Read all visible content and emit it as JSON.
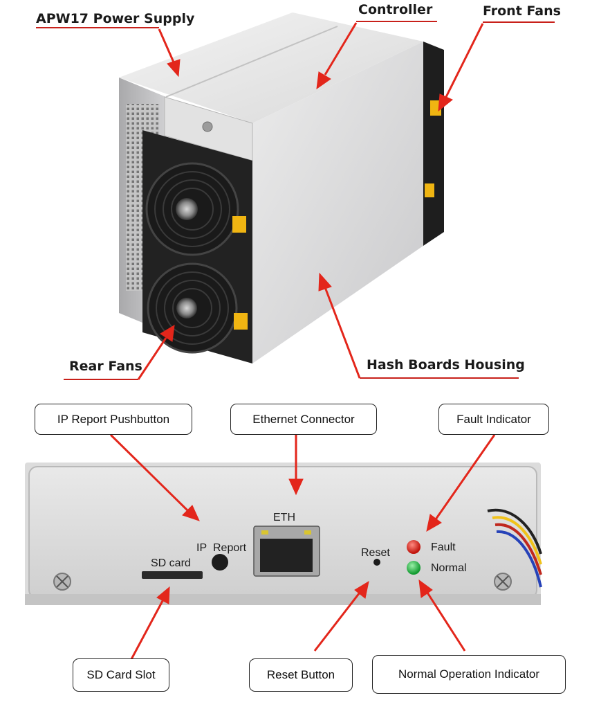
{
  "top_labels": {
    "apw17": "APW17 Power Supply",
    "controller": "Controller",
    "front_fans": "Front Fans",
    "rear_fans": "Rear Fans",
    "hash_boards": "Hash Boards Housing"
  },
  "box_labels": {
    "ip_report": "IP Report Pushbutton",
    "ethernet": "Ethernet Connector",
    "fault": "Fault Indicator",
    "sd_slot": "SD Card Slot",
    "reset_button": "Reset Button",
    "normal_op": "Normal Operation Indicator"
  },
  "panel": {
    "eth": "ETH",
    "ip": "IP",
    "report": "Report",
    "sd_card": "SD card",
    "reset": "Reset",
    "fault": "Fault",
    "normal": "Normal"
  },
  "colors": {
    "arrow": "#e3261b",
    "underline": "#c8201a",
    "fault_led": "#d41c12",
    "normal_led": "#1fae3a",
    "hazard": "#f0b512"
  }
}
